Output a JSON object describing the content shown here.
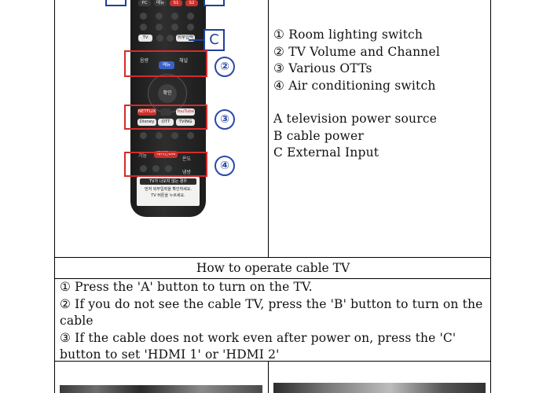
{
  "legend": {
    "items": [
      "① Room lighting switch",
      "② TV Volume and Channel",
      "③ Various OTTs",
      "④ Air conditioning switch"
    ],
    "letters": [
      "A television power source",
      "B cable power",
      "C External Input"
    ]
  },
  "remote": {
    "labels": {
      "pc": "PC",
      "menu": "메뉴",
      "s1": "S1",
      "s2": "S2",
      "tv": "TV",
      "ext_input": "외부입력",
      "volume": "음량",
      "center_menu": "메뉴",
      "channel": "채널",
      "ok": "확인",
      "netflix": "NETFLIX",
      "youtube": "YouTube",
      "disney": "Disney",
      "ott": "OTT",
      "tving": "TVING",
      "func": "기능",
      "aircon": "에어컨ON",
      "temp": "온도",
      "cool": "냉방",
      "sticker_line1": "TV가 나오지 않는 경우",
      "sticker_line2": "먼저 외부입력을 확인하세요.",
      "sticker_line3": "TV 버튼을 누르세요."
    },
    "callouts": {
      "c": "C",
      "n2": "②",
      "n3": "③",
      "n4": "④"
    }
  },
  "howto": {
    "title": "How to operate cable TV",
    "steps": [
      "① Press the 'A' button to turn on the TV.",
      "② If you do not see the cable TV, press the 'B' button to turn on the cable",
      "③ If the cable does not work even after power on, press the 'C' button to set 'HDMI 1' or 'HDMI 2'"
    ]
  }
}
